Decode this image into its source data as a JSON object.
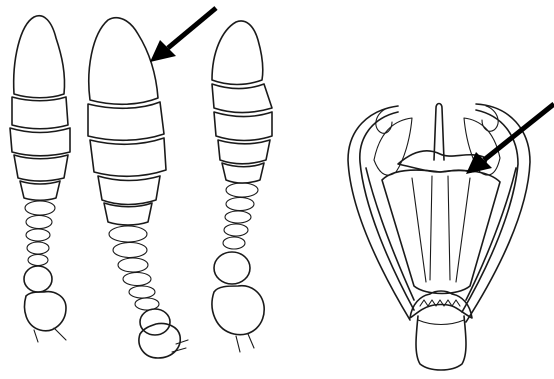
{
  "figure": {
    "ink_color": "#1a1a1a",
    "arrow_color": "#000000",
    "background": "#ffffff",
    "panels": [
      {
        "name": "antennae",
        "count": 3
      },
      {
        "name": "genitalia"
      }
    ],
    "arrows": 2
  }
}
